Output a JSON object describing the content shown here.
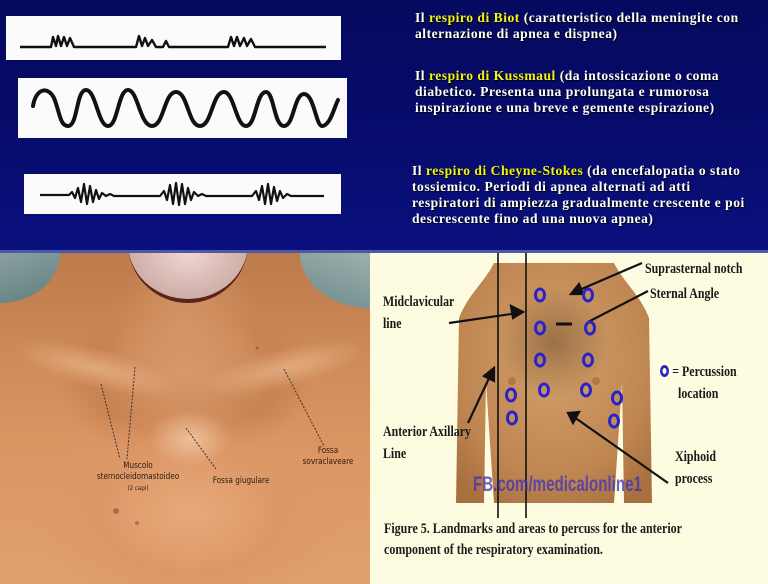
{
  "top_slide": {
    "background_color": "#070c6e",
    "highlight_color": "#f3f315",
    "traces": [
      {
        "id": "biot",
        "label": "Biot breathing trace"
      },
      {
        "id": "kussmaul",
        "label": "Kussmaul breathing trace"
      },
      {
        "id": "cheyne_stokes",
        "label": "Cheyne-Stokes breathing trace"
      }
    ],
    "descriptions": {
      "biot": {
        "prefix": "Il ",
        "highlight": "respiro di Biot",
        "text": " (caratteristico della meningite con alternazione di apnea e dispnea)"
      },
      "kussmaul": {
        "prefix": "Il ",
        "highlight": "respiro di Kussmaul",
        "text": " (da intossicazione o coma diabetico. Presenta una prolungata e rumorosa inspirazione e una breve e gemente espirazione)"
      },
      "cheyne_stokes": {
        "prefix": "Il ",
        "highlight": "respiro di Cheyne-Stokes",
        "text": " (da encefalopatia o stato tossiemico. Periodi di apnea alternati ad atti respiratori di ampiezza gradualmente crescente e poi descrescente fino ad una nuova apnea)"
      }
    }
  },
  "photo_left": {
    "labels": {
      "muscolo_line1": "Muscolo",
      "muscolo_line2": "sternocleidomastoideo",
      "muscolo_note": "(2 capi)",
      "fossa_giugulare": "Fossa giugulare",
      "fossa_sovra_line1": "Fossa",
      "fossa_sovra_line2": "sovraclaveare"
    }
  },
  "figure_right": {
    "labels": {
      "midclavicular_line1": "Midclavicular",
      "midclavicular_line2": "line",
      "anterior_axillary_line1": "Anterior Axillary",
      "anterior_axillary_line2": "Line",
      "suprasternal": "Suprasternal notch",
      "sternal_angle": "Sternal Angle",
      "percussion_line1": "= Percussion",
      "percussion_line2": "location",
      "xiphoid_line1": "Xiphoid",
      "xiphoid_line2": "process"
    },
    "watermark": "FB.com/medicalonline1",
    "caption_line1": "Figure 5. Landmarks and areas to percuss for the anterior",
    "caption_line2": "component of the respiratory examination.",
    "percussion_marker_color": "#2a24c8"
  }
}
